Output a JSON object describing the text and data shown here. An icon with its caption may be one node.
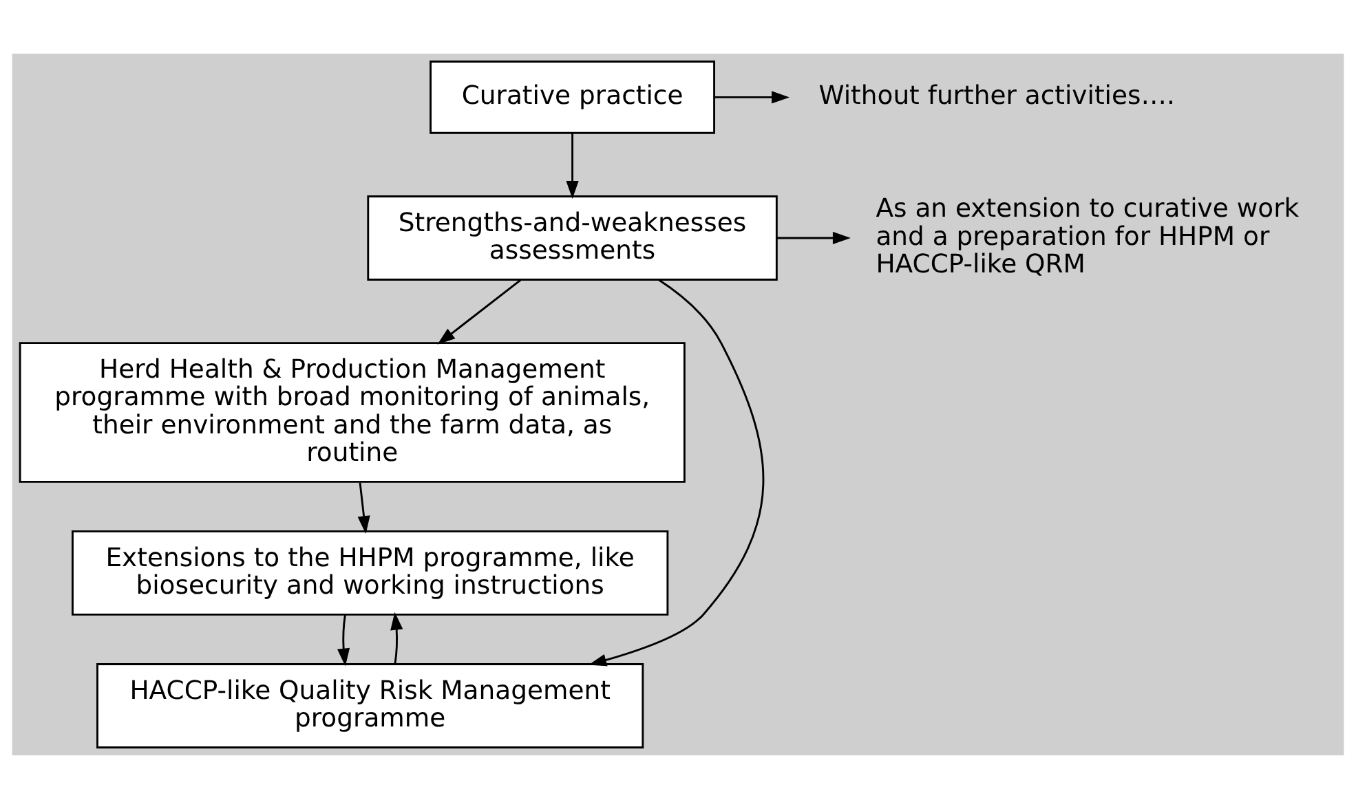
{
  "diagram": {
    "nodes": [
      {
        "text": [
          "Curative practice"
        ]
      },
      {
        "text": [
          "Without further activities…."
        ]
      },
      {
        "text": [
          "Strengths-and-weaknesses assessments"
        ]
      },
      {
        "text": [
          "As an extension to curative work and a preparation for HHPM or HACCP-like QRM"
        ]
      },
      {
        "text": [
          "Herd Health & Production Management programme with broad monitoring of animals, their environment and the farm data, as routine"
        ]
      },
      {
        "text": [
          "Extensions to the HHPM programme, like biosecurity and working instructions"
        ]
      },
      {
        "text": [
          "HACCP-like Quality Risk Management programme"
        ]
      }
    ],
    "edges": [
      {
        "from": 0,
        "to": 1,
        "arrow": "to"
      },
      {
        "from": 0,
        "to": 2,
        "arrow": "to"
      },
      {
        "from": 2,
        "to": 3,
        "arrow": "to"
      },
      {
        "from": 2,
        "to": 4,
        "arrow": "to"
      },
      {
        "from": 4,
        "to": 5,
        "arrow": "to"
      },
      {
        "from": 5,
        "to": 6,
        "arrow": "to"
      },
      {
        "from": 6,
        "to": 5,
        "arrow": "to"
      },
      {
        "from": 2,
        "to": 6,
        "arrow": "to"
      }
    ]
  }
}
